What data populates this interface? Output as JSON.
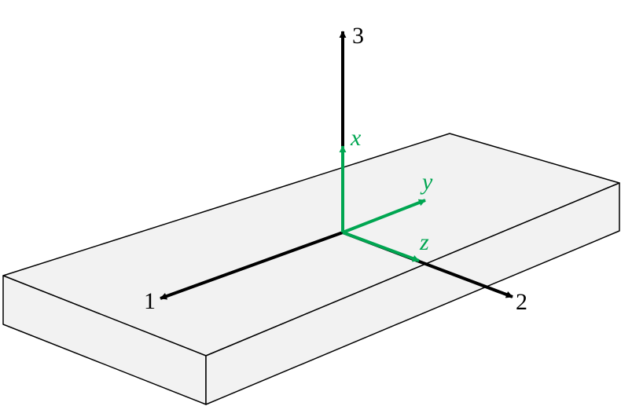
{
  "colors": {
    "global_axes": "#000000",
    "local_axes": "#00a651",
    "plate_fill": "#f2f2f2",
    "plate_edge": "#000000"
  },
  "global_axes": {
    "axis_1": "1",
    "axis_2": "2",
    "axis_3": "3"
  },
  "local_axes": {
    "axis_x": "x",
    "axis_y": "y",
    "axis_z": "z"
  }
}
